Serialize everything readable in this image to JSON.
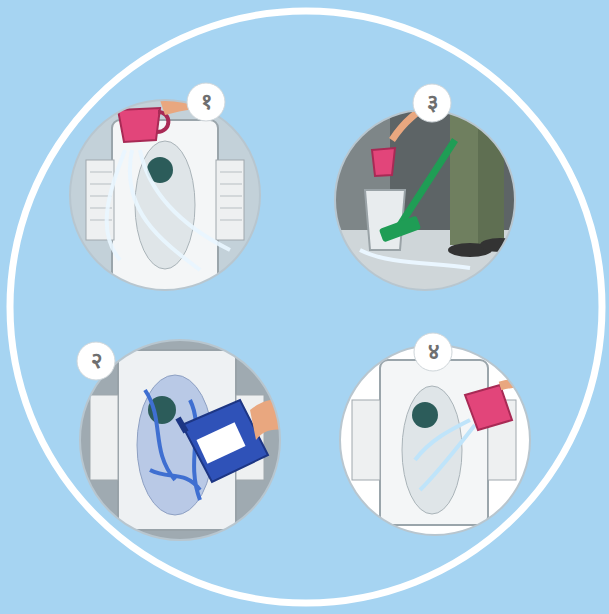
{
  "diagram": {
    "labels": [
      "१",
      "३",
      "२",
      "४"
    ]
  }
}
